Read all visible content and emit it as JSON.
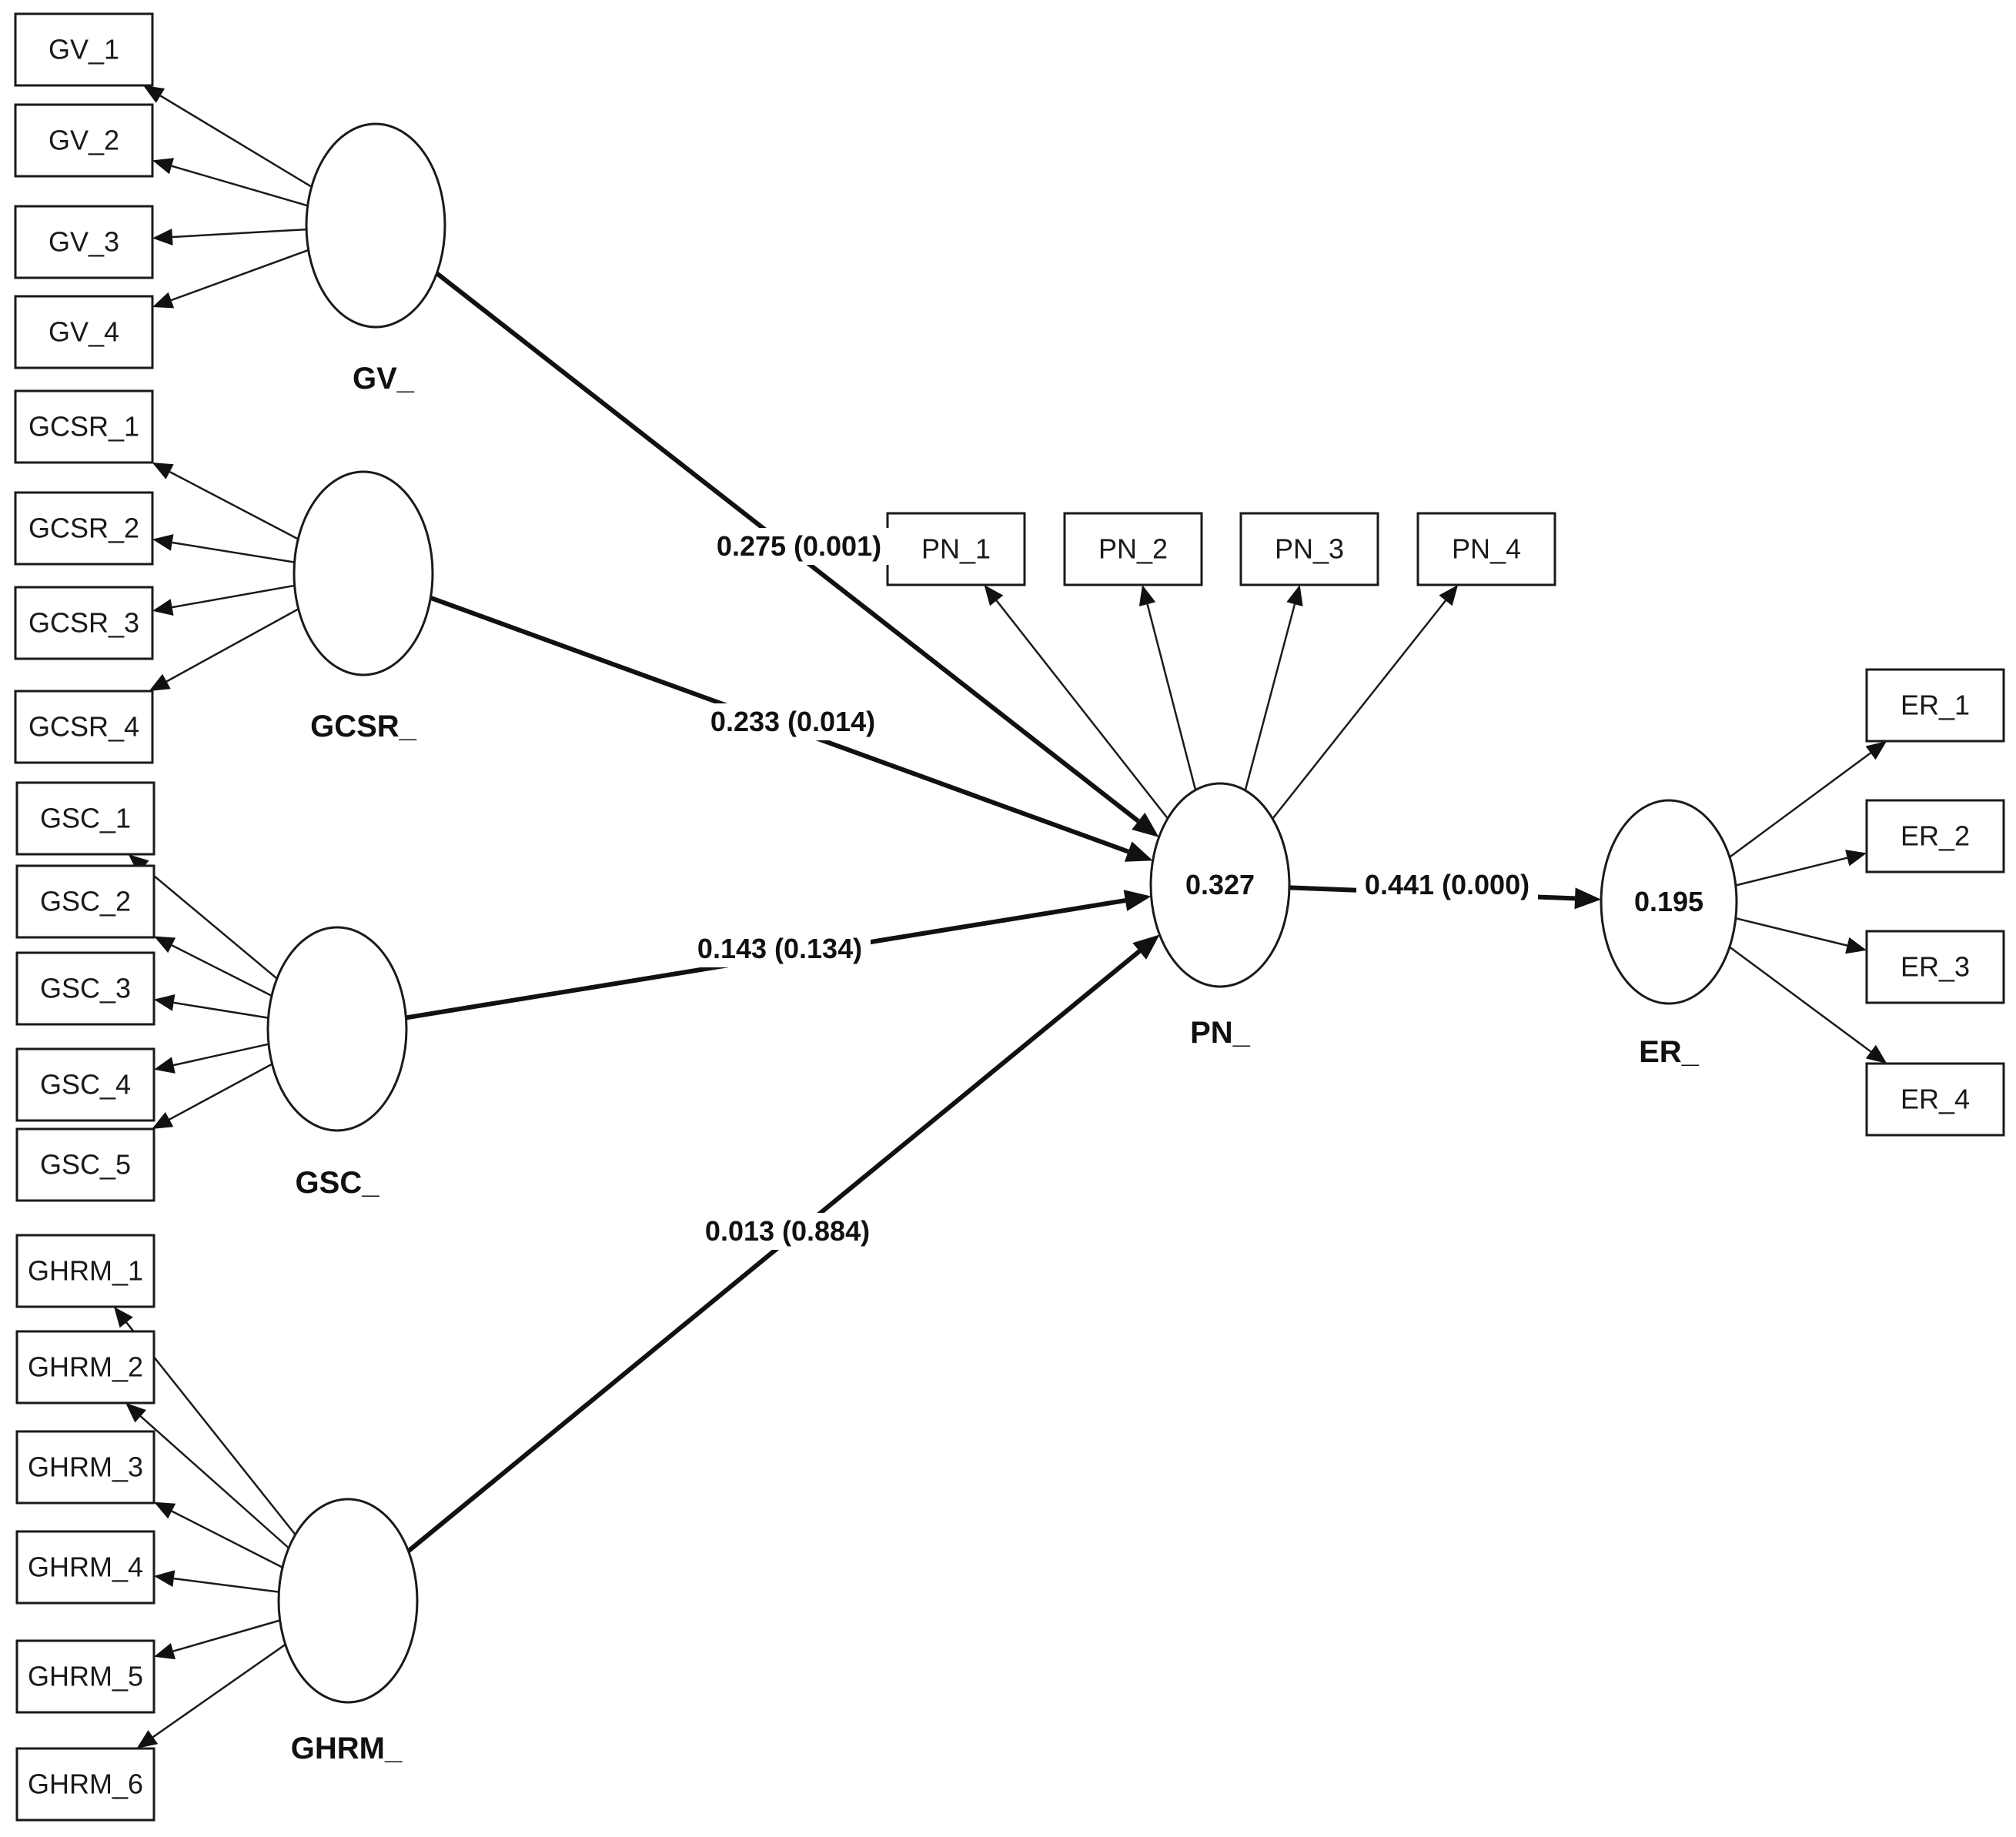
{
  "constructs": [
    {
      "id": "GV",
      "label": "GV_",
      "r2": ""
    },
    {
      "id": "GCSR",
      "label": "GCSR_",
      "r2": ""
    },
    {
      "id": "GSC",
      "label": "GSC_",
      "r2": ""
    },
    {
      "id": "GHRM",
      "label": "GHRM_",
      "r2": ""
    },
    {
      "id": "PN",
      "label": "PN_",
      "r2": "0.327"
    },
    {
      "id": "ER",
      "label": "ER_",
      "r2": "0.195"
    }
  ],
  "indicators": [
    {
      "id": "GV_1",
      "label": "GV_1",
      "construct": "GV"
    },
    {
      "id": "GV_2",
      "label": "GV_2",
      "construct": "GV"
    },
    {
      "id": "GV_3",
      "label": "GV_3",
      "construct": "GV"
    },
    {
      "id": "GV_4",
      "label": "GV_4",
      "construct": "GV"
    },
    {
      "id": "GCSR_1",
      "label": "GCSR_1",
      "construct": "GCSR"
    },
    {
      "id": "GCSR_2",
      "label": "GCSR_2",
      "construct": "GCSR"
    },
    {
      "id": "GCSR_3",
      "label": "GCSR_3",
      "construct": "GCSR"
    },
    {
      "id": "GCSR_4",
      "label": "GCSR_4",
      "construct": "GCSR"
    },
    {
      "id": "GSC_1",
      "label": "GSC_1",
      "construct": "GSC"
    },
    {
      "id": "GSC_2",
      "label": "GSC_2",
      "construct": "GSC"
    },
    {
      "id": "GSC_3",
      "label": "GSC_3",
      "construct": "GSC"
    },
    {
      "id": "GSC_4",
      "label": "GSC_4",
      "construct": "GSC"
    },
    {
      "id": "GSC_5",
      "label": "GSC_5",
      "construct": "GSC"
    },
    {
      "id": "GHRM_1",
      "label": "GHRM_1",
      "construct": "GHRM"
    },
    {
      "id": "GHRM_2",
      "label": "GHRM_2",
      "construct": "GHRM"
    },
    {
      "id": "GHRM_3",
      "label": "GHRM_3",
      "construct": "GHRM"
    },
    {
      "id": "GHRM_4",
      "label": "GHRM_4",
      "construct": "GHRM"
    },
    {
      "id": "GHRM_5",
      "label": "GHRM_5",
      "construct": "GHRM"
    },
    {
      "id": "GHRM_6",
      "label": "GHRM_6",
      "construct": "GHRM"
    },
    {
      "id": "PN_1",
      "label": "PN_1",
      "construct": "PN"
    },
    {
      "id": "PN_2",
      "label": "PN_2",
      "construct": "PN"
    },
    {
      "id": "PN_3",
      "label": "PN_3",
      "construct": "PN"
    },
    {
      "id": "PN_4",
      "label": "PN_4",
      "construct": "PN"
    },
    {
      "id": "ER_1",
      "label": "ER_1",
      "construct": "ER"
    },
    {
      "id": "ER_2",
      "label": "ER_2",
      "construct": "ER"
    },
    {
      "id": "ER_3",
      "label": "ER_3",
      "construct": "ER"
    },
    {
      "id": "ER_4",
      "label": "ER_4",
      "construct": "ER"
    }
  ],
  "paths": [
    {
      "from": "GV",
      "to": "PN",
      "coefficient": "0.275",
      "p_value": "0.001",
      "label": "0.275 (0.001)"
    },
    {
      "from": "GCSR",
      "to": "PN",
      "coefficient": "0.233",
      "p_value": "0.014",
      "label": "0.233 (0.014)"
    },
    {
      "from": "GSC",
      "to": "PN",
      "coefficient": "0.143",
      "p_value": "0.134",
      "label": "0.143 (0.134)"
    },
    {
      "from": "GHRM",
      "to": "PN",
      "coefficient": "0.013",
      "p_value": "0.884",
      "label": "0.013 (0.884)"
    },
    {
      "from": "PN",
      "to": "ER",
      "coefficient": "0.441",
      "p_value": "0.000",
      "label": "0.441 (0.000)"
    }
  ]
}
